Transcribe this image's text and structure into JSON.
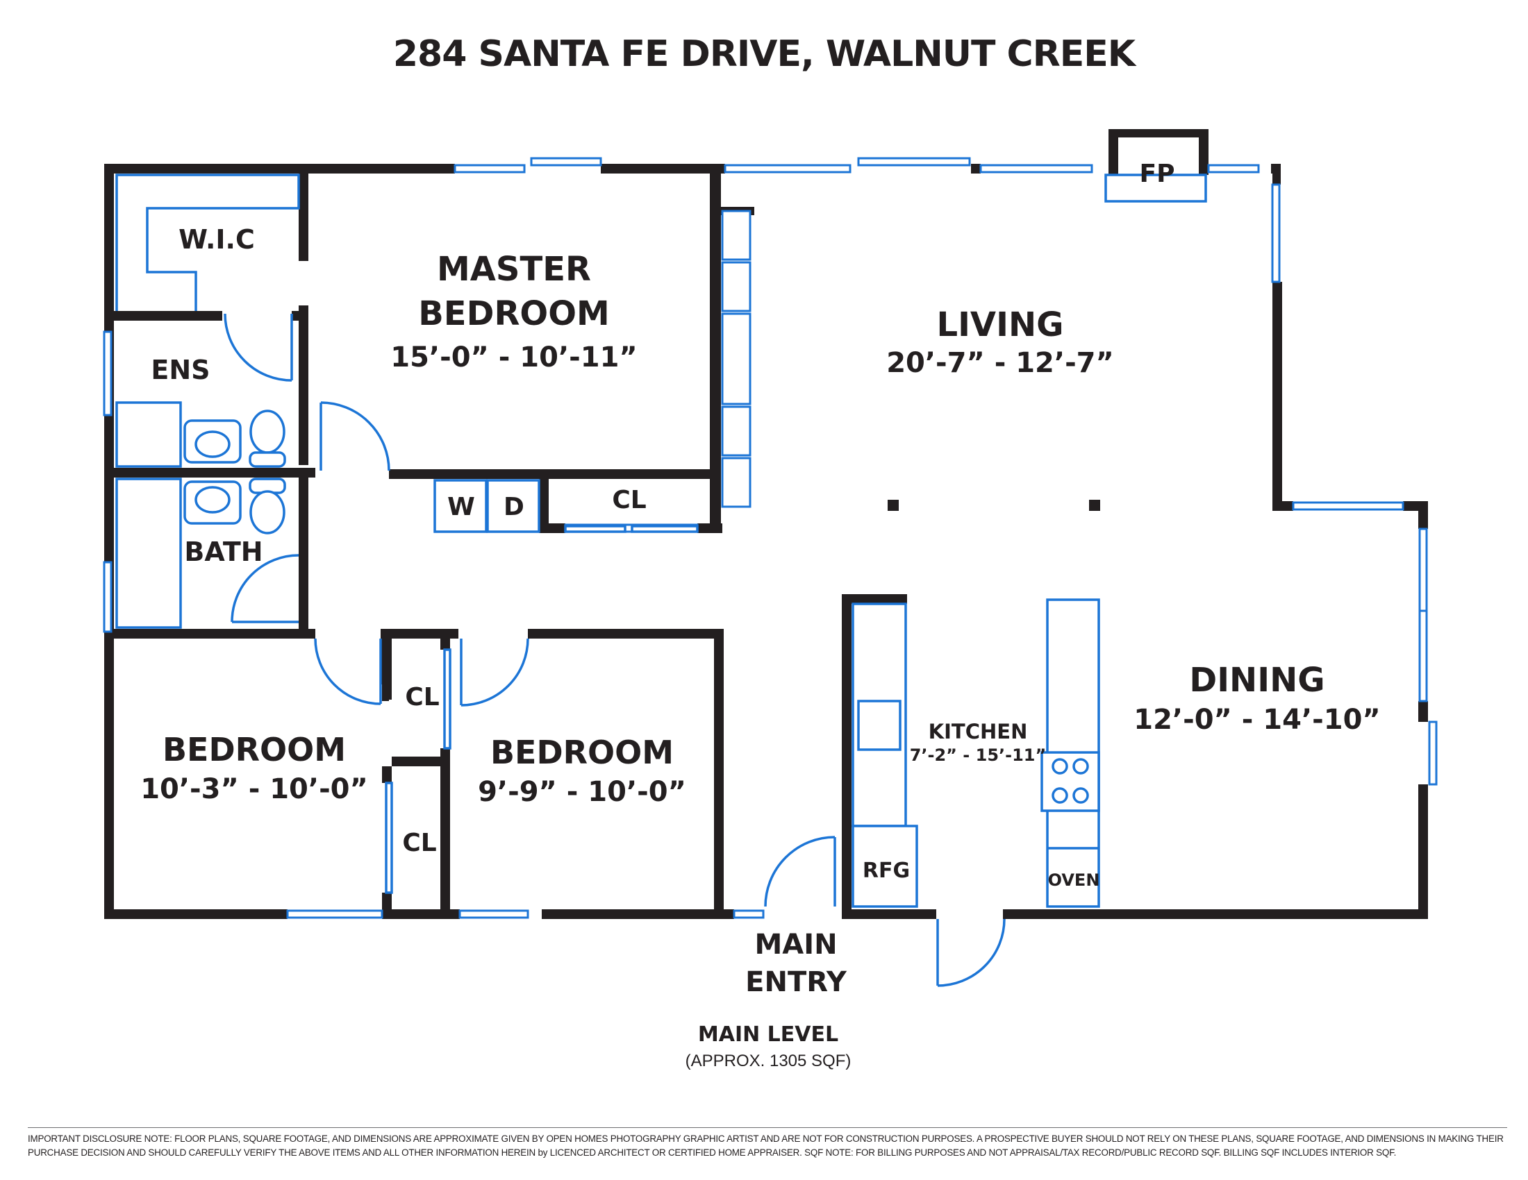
{
  "title": "284 SANTA FE DRIVE, WALNUT CREEK",
  "rooms": {
    "wic": "W.I.C",
    "master_name_1": "MASTER",
    "master_name_2": "BEDROOM",
    "master_dims": "15’-0” - 10’-11”",
    "living_name": "LIVING",
    "living_dims": "20’-7” - 12’-7”",
    "fp": "FP",
    "ens": "ENS",
    "bath": "BATH",
    "washer": "W",
    "dryer": "D",
    "closet_hall": "CL",
    "closet_a": "CL",
    "closet_b": "CL",
    "bedroom2_name": "BEDROOM",
    "bedroom2_dims": "10’-3” - 10’-0”",
    "bedroom3_name": "BEDROOM",
    "bedroom3_dims": "9’-9” - 10’-0”",
    "kitchen_name": "KITCHEN",
    "kitchen_dims": "7’-2” - 15’-11”",
    "rfg": "RFG",
    "oven": "OVEN",
    "dining_name": "DINING",
    "dining_dims": "12’-0” - 14’-10”",
    "entry_1": "MAIN",
    "entry_2": "ENTRY"
  },
  "level": {
    "name": "MAIN LEVEL",
    "area": "(APPROX. 1305 SQF)"
  },
  "disclaimer": "IMPORTANT DISCLOSURE NOTE: FLOOR PLANS, SQUARE FOOTAGE, AND DIMENSIONS ARE APPROXIMATE GIVEN BY OPEN HOMES PHOTOGRAPHY GRAPHIC ARTIST AND ARE NOT FOR CONSTRUCTION PURPOSES. A PROSPECTIVE BUYER SHOULD NOT RELY ON THESE PLANS, SQUARE FOOTAGE, AND DIMENSIONS IN MAKING THEIR PURCHASE DECISION AND SHOULD CAREFULLY VERIFY THE ABOVE ITEMS AND ALL OTHER INFORMATION HEREIN by LICENCED ARCHITECT OR CERTIFIED HOME APPRAISER. SQF NOTE: FOR BILLING PURPOSES AND NOT APPRAISAL/TAX RECORD/PUBLIC RECORD SQF. BILLING SQF INCLUDES INTERIOR SQF.",
  "colors": {
    "wall": "#231f20",
    "fixture": "#1c75d6",
    "background": "#ffffff"
  }
}
